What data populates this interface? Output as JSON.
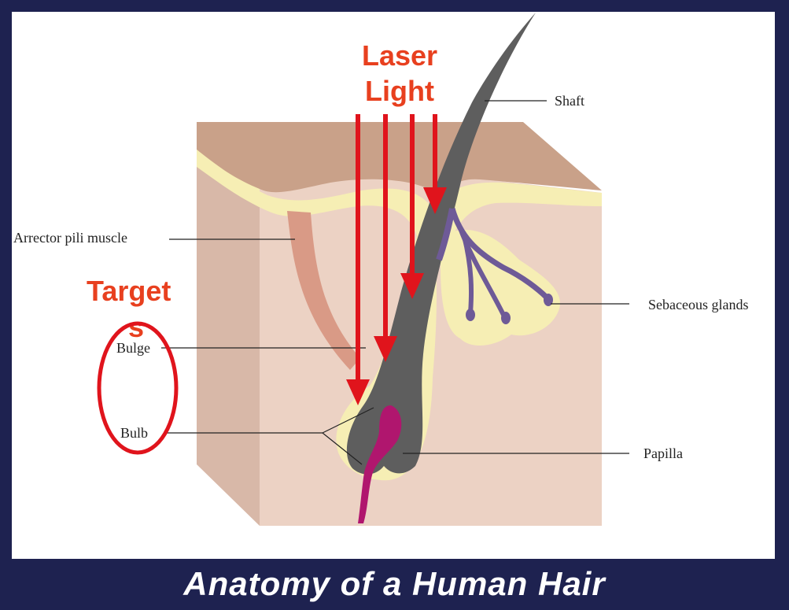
{
  "caption": "Anatomy of a Human Hair",
  "overlay": {
    "laser_line1": "Laser",
    "laser_line2": "Light",
    "targets_line1": "Target",
    "targets_line2": "s"
  },
  "labels": {
    "shaft": "Shaft",
    "arrector": "Arrector pili muscle",
    "sebaceous": "Sebaceous glands",
    "bulge": "Bulge",
    "bulb": "Bulb",
    "papilla": "Papilla"
  },
  "colors": {
    "frame": "#1e2250",
    "skin_side": "#d8b8a8",
    "skin_front": "#ecd2c4",
    "skin_top": "#c9a189",
    "epidermis": "#f6eeb4",
    "hair": "#5e5e5e",
    "muscle": "#d99a86",
    "gland_duct": "#6e5a97",
    "papilla": "#b0166e",
    "laser": "#e0141c",
    "target_circle": "#e0141c",
    "overlay_text": "#e8401f"
  }
}
